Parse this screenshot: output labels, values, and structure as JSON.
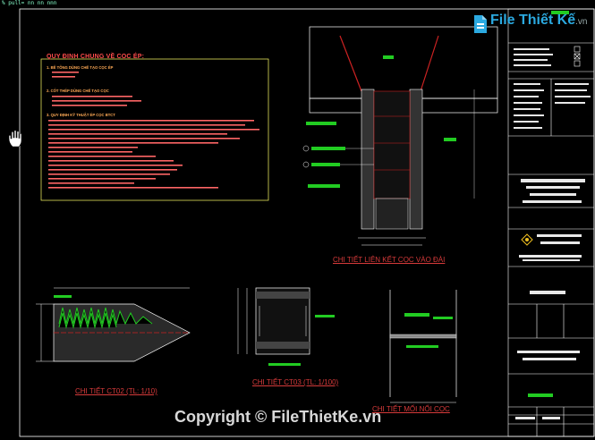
{
  "app": {
    "top_label": "% pull= nn nn nnn"
  },
  "watermark": {
    "brand_main": "File Thiết Kế",
    "brand_suffix": ".vn",
    "copyright": "Copyright © FileThietKe.vn"
  },
  "notes": {
    "title": "QUY ĐỊNH CHUNG VỀ CỌC ÉP:",
    "heading1": "1. BÊ TÔNG DÙNG CHẾ TẠO CỌC ÉP",
    "heading2": "2. CỐT THÉP DÙNG CHẾ TẠO CỌC",
    "heading3": "3. QUY ĐỊNH KỸ THUẬT ÉP CỌC BTCT"
  },
  "captions": {
    "pile_connection": "CHI TIẾT LIÊN KẾT CỌC VÀO ĐÀI",
    "ct02": "CHI TIẾT CT02 (TL: 1/10)",
    "ct03": "CHI TIẾT CT03 (TL: 1/100)",
    "splice": "CHI TIẾT MỐI NỐI CỌC"
  },
  "colors": {
    "background": "#000000",
    "frame": "#ffffff",
    "note_box": "#ffff66",
    "note_text": "#ff7777",
    "green_hatch": "#22cc22",
    "red_line": "#cc2222",
    "watermark_blue": "#2ba9e0"
  },
  "icons": {
    "cursor": "hand-icon",
    "logo": "filethietke-logo-icon"
  }
}
